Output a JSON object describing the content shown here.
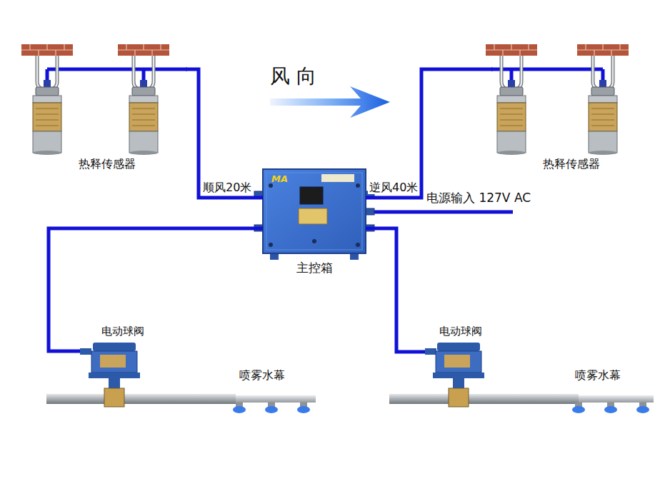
{
  "diagram": {
    "nodes": [
      {
        "text": [
          "热释传感器"
        ]
      },
      {
        "text": [
          "热释传感器"
        ]
      },
      {
        "text": [
          "MA",
          "主控箱"
        ]
      },
      {
        "text": [
          "电动球阀"
        ]
      },
      {
        "text": [
          "电动球阀"
        ]
      }
    ],
    "edges": [
      {
        "from": 0,
        "to": 2,
        "label": "顺风20米",
        "arrow": "none"
      },
      {
        "from": 1,
        "to": 2,
        "label": "逆风40米",
        "arrow": "none"
      },
      {
        "from": 2,
        "to": 3,
        "arrow": "none"
      },
      {
        "from": 2,
        "to": 4,
        "arrow": "none"
      }
    ],
    "labels": [
      "风 向",
      "电源输入 127V AC",
      "喷雾水幕",
      "喷雾水幕"
    ]
  }
}
